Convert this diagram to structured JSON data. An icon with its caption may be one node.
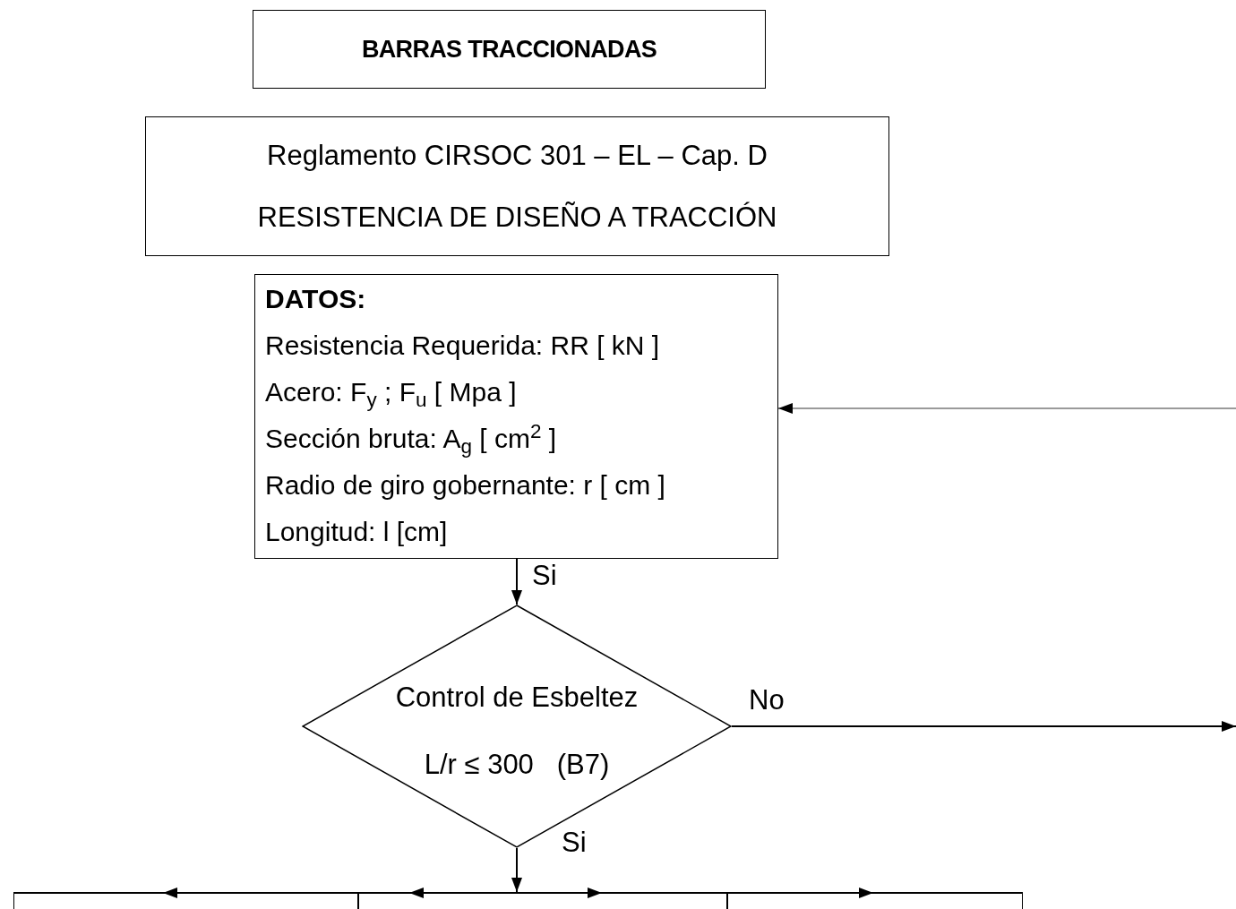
{
  "diagram": {
    "nodes": [
      {
        "text": [
          "BARRAS TRACCIONADAS"
        ]
      },
      {
        "text": [
          "Reglamento CIRSOC 301 – EL – Cap. D",
          "RESISTENCIA DE DISEÑO A TRACCIÓN"
        ]
      },
      {
        "text": [
          "DATOS:",
          "Resistencia Requerida: RR [ kN ]",
          "Acero: F$_{y}$ ; F$_{u}$  [ Mpa ]",
          "Sección bruta: A$_{g}$ [ cm$^{2}$ ]",
          "Radio de giro gobernante: r [ cm ]",
          "Longitud: l [cm]"
        ]
      },
      {
        "text": [
          "Control de Esbeltez",
          "L/r ≤ 300   (B7)"
        ]
      },
      {
        "text": [],
        "shape": "box"
      },
      {
        "text": [],
        "shape": "box"
      },
      {
        "text": [],
        "shape": "box"
      }
    ],
    "edges": [
      {
        "from": 2,
        "to": 3,
        "arrow": "to",
        "label": "Si"
      },
      {
        "from": 3,
        "to": null,
        "arrow": "to",
        "label": "No"
      },
      {
        "from": null,
        "to": 2,
        "arrow": "to",
        "color": "#9a9a9a"
      },
      {
        "from": 3,
        "to": 4,
        "arrow": "to"
      },
      {
        "from": 3,
        "to": 5,
        "arrow": "to",
        "label": "Si"
      },
      {
        "from": 3,
        "to": 6,
        "arrow": "to"
      }
    ]
  }
}
